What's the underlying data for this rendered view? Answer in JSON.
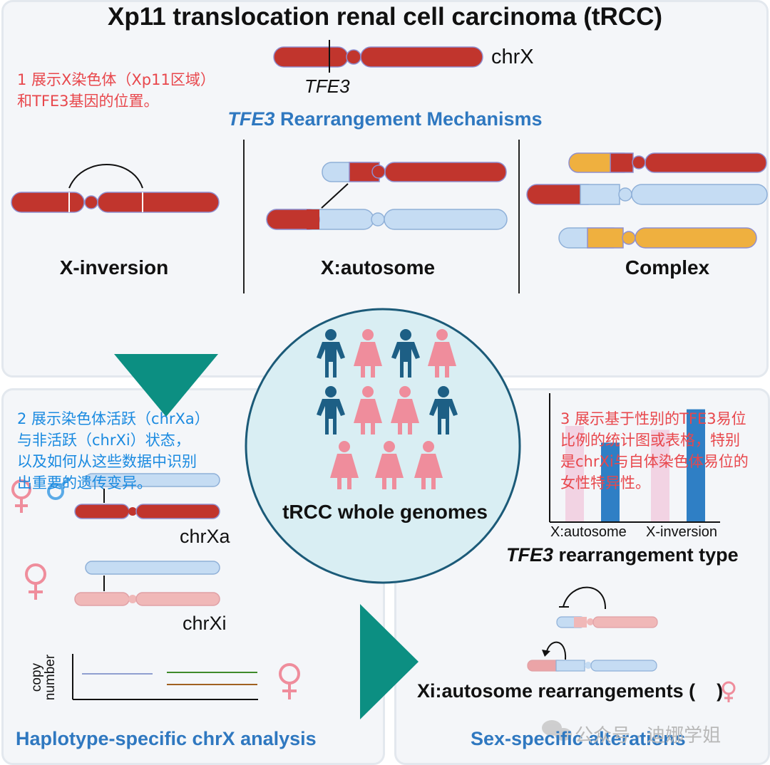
{
  "title": "Xp11 translocation renal cell carcinoma (tRCC)",
  "top_chromosome": {
    "chr_label": "chrX",
    "gene_label": "TFE3"
  },
  "note1": {
    "line1": "1 展示X染色体（Xp11区域）",
    "line2": "和TFE3基因的位置。"
  },
  "mechanisms": {
    "heading_gene": "TFE3",
    "heading_rest": " Rearrangement Mechanisms",
    "labels": [
      "X-inversion",
      "X:autosome",
      "Complex"
    ]
  },
  "center": {
    "label": "tRCC whole genomes"
  },
  "note2": {
    "line1": "2 展示染色体活跃（chrXa）",
    "line2": "与非活跃（chrXi）状态，",
    "line3": "以及如何从这些数据中识别",
    "line4": "出重要的遗传变异。"
  },
  "haplotype": {
    "chrXa_label": "chrXa",
    "chrXi_label": "chrXi",
    "ylabel_line1": "copy",
    "ylabel_line2": "number",
    "footer": "Haplotype-specific chrX analysis"
  },
  "note3": {
    "line1": "3 展示基于性别的TFE3易位",
    "line2": "比例的统计图或表格，特别",
    "line3": "是chrXi与自体染色体易位的",
    "line4": "女性特异性。"
  },
  "chart_data": {
    "type": "bar",
    "categories": [
      "X:autosome",
      "X-inversion"
    ],
    "series": [
      {
        "values": [
          0.75,
          0.72
        ],
        "color": "#f2d3e3"
      },
      {
        "values": [
          0.62,
          0.88
        ],
        "color": "#2f7fc5"
      }
    ],
    "xlabel_gene": "TFE3",
    "xlabel_rest": " rearrangement type",
    "ylim": [
      0,
      1
    ]
  },
  "sex_specific": {
    "rearr_label": "Xi:autosome rearrangements (",
    "rearr_close": ")",
    "footer": "Sex-specific alterations"
  },
  "watermark": "公众号 · 迪娜学姐",
  "colors": {
    "red": "#c1352d",
    "lightblue": "#c5dcf3",
    "orange": "#efb03f",
    "pink": "#eba4a7",
    "teal": "#0c8f82",
    "male": "#1d5f85",
    "female": "#ef8d9c"
  }
}
